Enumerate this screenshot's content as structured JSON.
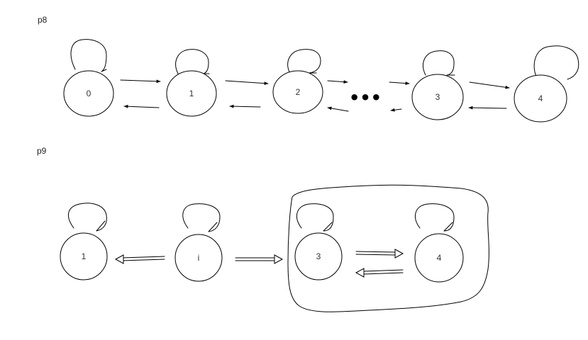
{
  "panels": {
    "top_label": "p8",
    "bottom_label": "p9"
  },
  "top_chain": {
    "nodes": [
      "0",
      "1",
      "2",
      "3",
      "4"
    ],
    "ellipsis": "•••"
  },
  "bottom_chain": {
    "nodes": [
      "1",
      "i",
      "3",
      "4"
    ]
  },
  "colors": {
    "stroke": "#000000",
    "background": "#ffffff"
  }
}
